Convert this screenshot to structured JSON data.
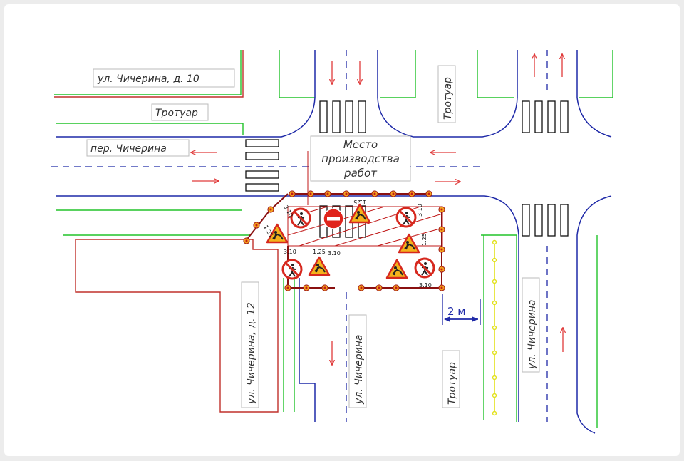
{
  "labels": {
    "building_10": "ул. Чичерина, д. 10",
    "sidewalk_top_left": "Тротуар",
    "lane": "пер. Чичерина",
    "sidewalk_top_vertical": "Тротуар",
    "work_site_line1": "Место",
    "work_site_line2": "производства",
    "work_site_line3": "работ",
    "building_12": "ул. Чичерина, д. 12",
    "street_center": "ул. Чичерина",
    "sidewalk_bottom": "Тротуар",
    "street_right": "ул. Чичерина",
    "distance": "2 м"
  },
  "fence_dims": {
    "a": "3.10",
    "b": "1.25",
    "c": "1.25",
    "d": "3.10",
    "e": "3.10",
    "f": "1.25",
    "g": "1.25",
    "h": "3.10",
    "i": "3.10"
  },
  "colors": {
    "road_edge": "#1f2aa8",
    "lawn": "#22c32a",
    "building": "#c0302b",
    "arrow": "#e03a3a",
    "fence": "#c01818",
    "lamp": "#e2e11a"
  }
}
